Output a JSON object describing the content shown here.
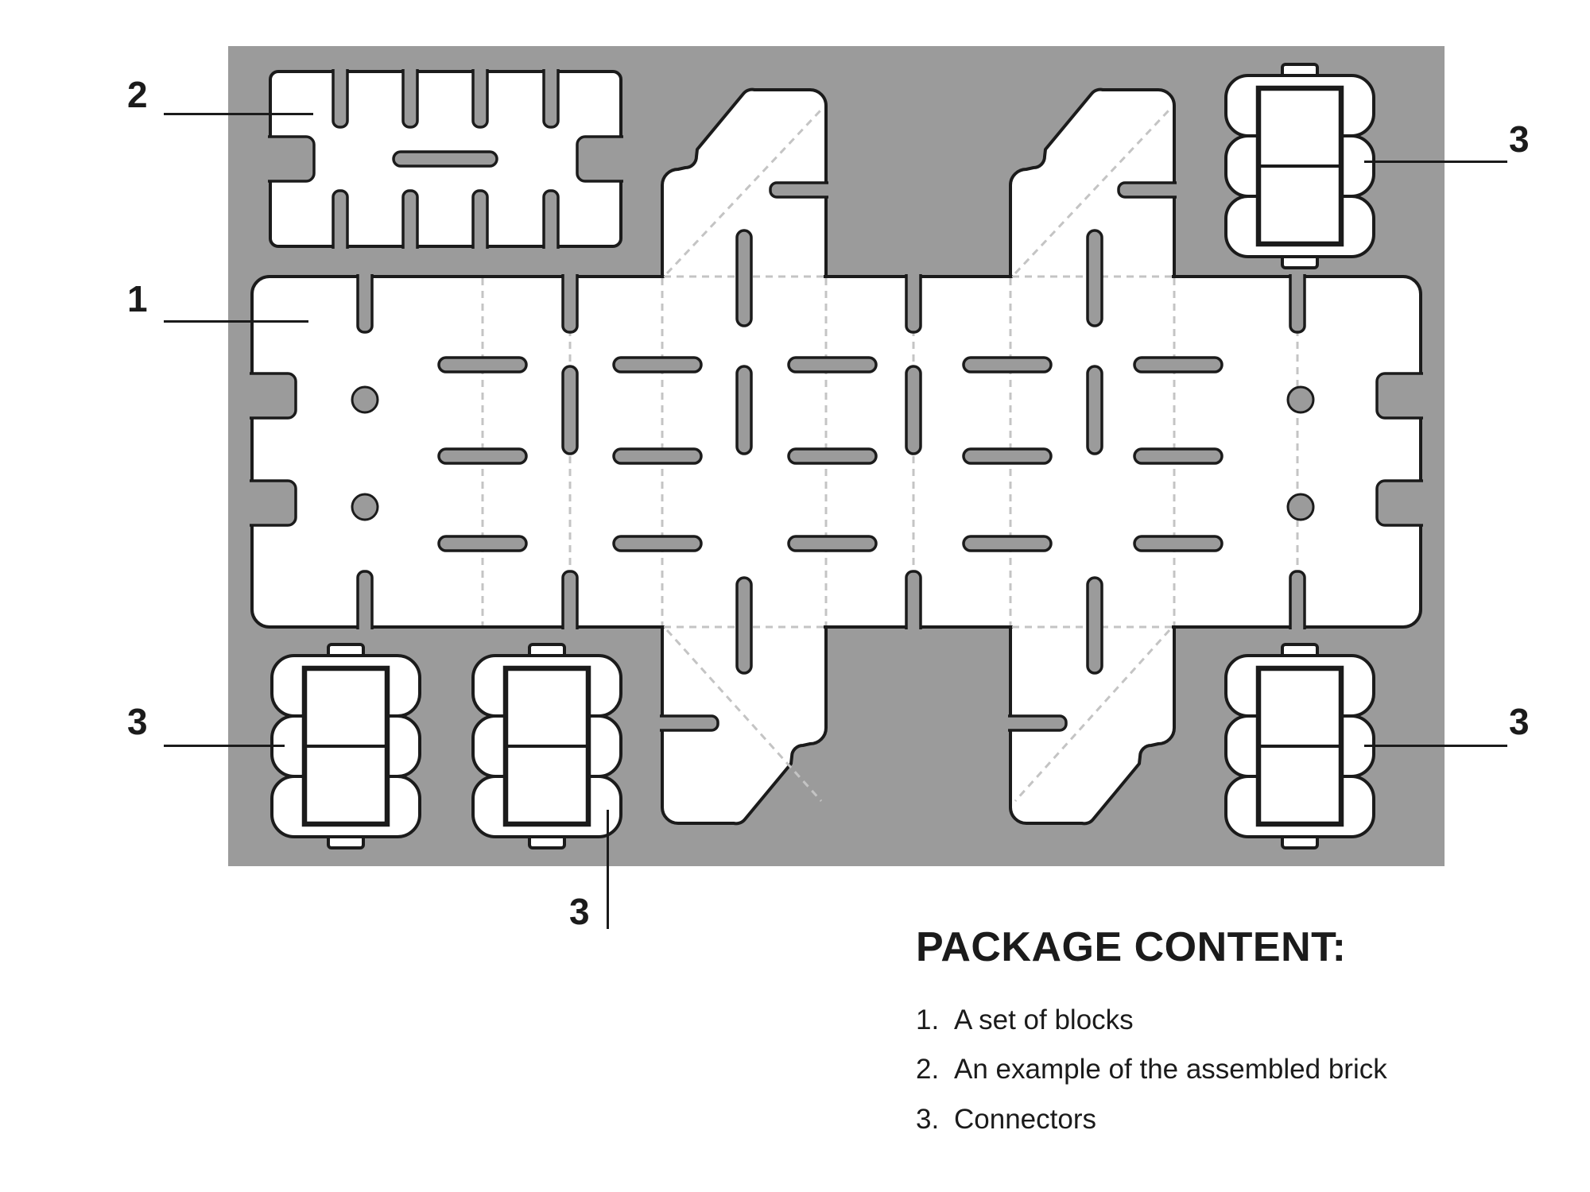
{
  "callouts": {
    "blocks": "1",
    "brick": "2",
    "connector_top_right": "3",
    "connector_bottom_left": "3",
    "connector_bottom_center": "3",
    "connector_bottom_right": "3"
  },
  "legend": {
    "title": "PACKAGE CONTENT:",
    "items": [
      {
        "number": "1.",
        "text": "A set of blocks"
      },
      {
        "number": "2.",
        "text": "An example of the assembled brick"
      },
      {
        "number": "3.",
        "text": "Connectors"
      }
    ]
  },
  "colors": {
    "panel": "#9b9b9b",
    "outline": "#1b1b1b",
    "piece": "#ffffff",
    "fold": "#c4c4c4",
    "text": "#1b1b1b"
  }
}
